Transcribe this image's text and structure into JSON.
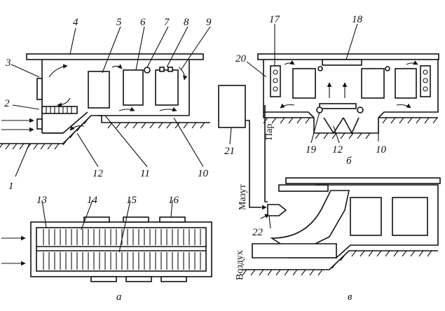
{
  "callouts": [
    "1",
    "2",
    "3",
    "4",
    "5",
    "6",
    "7",
    "8",
    "9",
    "10",
    "11",
    "12",
    "13",
    "14",
    "15",
    "16",
    "17",
    "18",
    "19",
    "20",
    "21",
    "22"
  ],
  "second_labels": {
    "l10": "10",
    "l12": "12"
  },
  "panels": {
    "a": "а",
    "b": "б",
    "v": "в"
  },
  "media": {
    "steam": "Пар",
    "fuel_oil": "Мазут",
    "air": "Воздух"
  }
}
